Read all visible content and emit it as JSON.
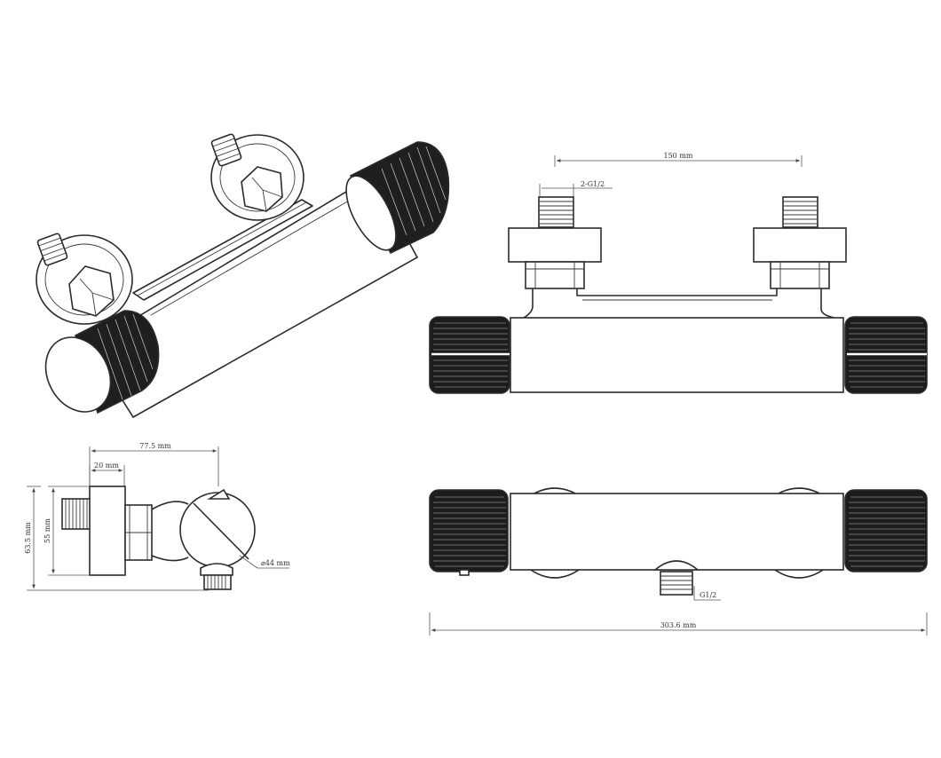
{
  "dimensions": {
    "inlet_spacing": "150 mm",
    "inlet_thread": "2-G1/2",
    "outlet_thread": "G1/2",
    "overall_length": "303.6 mm",
    "depth": "77.5 mm",
    "wall_plate": "20 mm",
    "height_total": "63.5 mm",
    "height_body": "55 mm",
    "knob_diameter": "⌀44 mm"
  },
  "colors": {
    "line": "#2b2b2b",
    "knurl_fill": "#1f1f1f"
  }
}
